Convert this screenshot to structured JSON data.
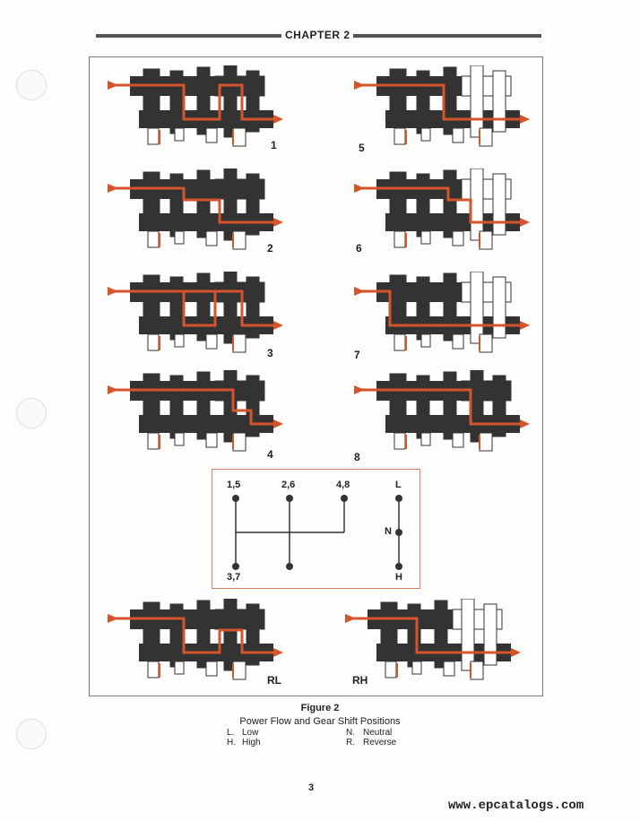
{
  "header": {
    "chapter": "CHAPTER 2"
  },
  "diagrams": [
    {
      "label": "1"
    },
    {
      "label": "5"
    },
    {
      "label": "2"
    },
    {
      "label": "6"
    },
    {
      "label": "3"
    },
    {
      "label": "7"
    },
    {
      "label": "4"
    },
    {
      "label": "8"
    },
    {
      "label": "RL"
    },
    {
      "label": "RH"
    }
  ],
  "shift_pattern": {
    "p15": "1,5",
    "p26": "2,6",
    "p48": "4,8",
    "p37": "3,7",
    "L": "L",
    "N": "N",
    "H": "H"
  },
  "caption": {
    "title": "Figure 2",
    "subtitle": "Power Flow and Gear Shift Positions",
    "legend": [
      {
        "key": "L.",
        "text": "Low"
      },
      {
        "key": "N.",
        "text": "Neutral"
      },
      {
        "key": "H.",
        "text": "High"
      },
      {
        "key": "R.",
        "text": "Reverse"
      }
    ]
  },
  "page_number": "3",
  "watermark": "www.epcatalogs.com",
  "colors": {
    "power_flow": "#d4542c",
    "housing": "#333333"
  }
}
